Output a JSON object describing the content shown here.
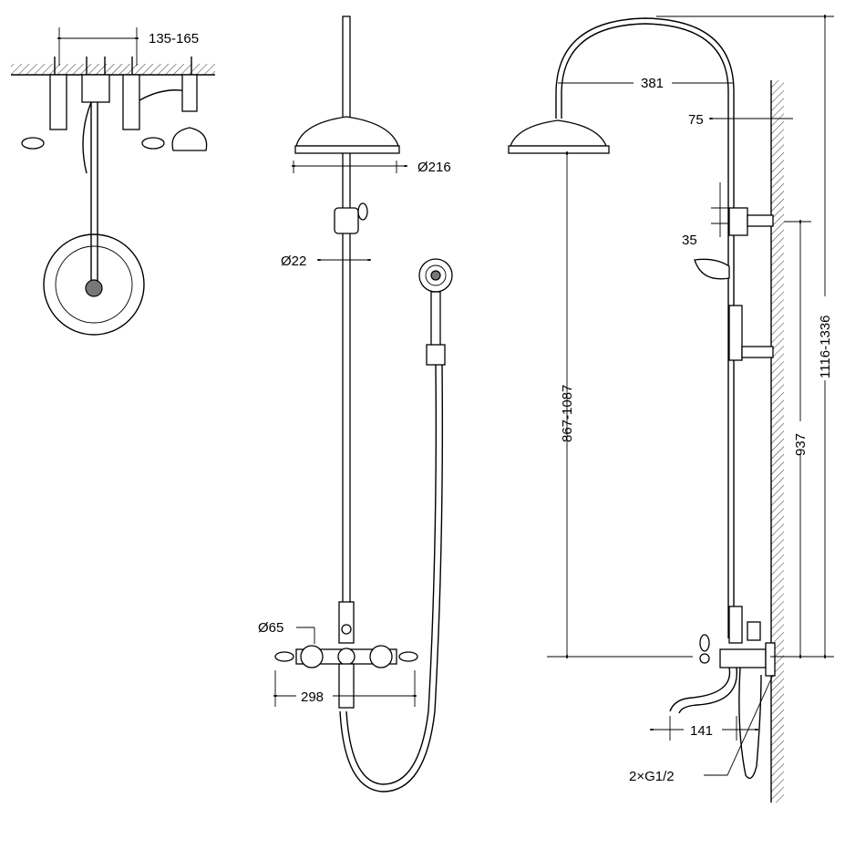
{
  "drawing": {
    "title": "Shower column technical drawing",
    "dimensions": {
      "mount_spacing": "135-165",
      "head_diameter": "Ø216",
      "pipe_diameter": "Ø22",
      "rosette_diameter": "Ø65",
      "mixer_width": "298",
      "arm_reach": "381",
      "wall_offset": "75",
      "bracket_offset": "35",
      "head_height": "867-1087",
      "bracket_height": "937",
      "total_height": "1116-1336",
      "spout_length": "141",
      "connections": "2×G1/2"
    }
  }
}
